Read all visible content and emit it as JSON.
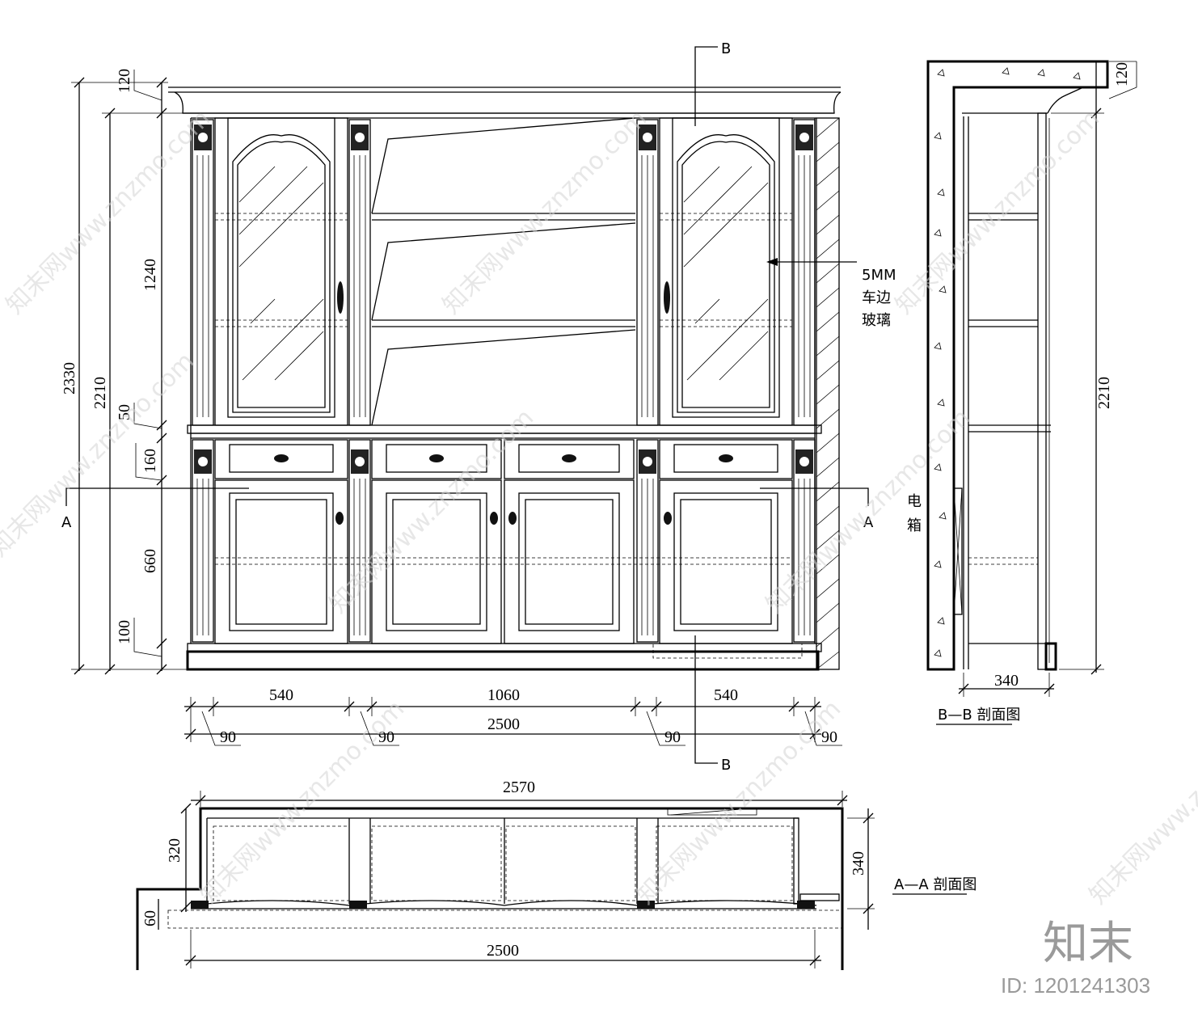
{
  "elevation": {
    "dims_left": {
      "d2330": "2330",
      "d2210": "2210",
      "d120": "120",
      "d1240": "1240",
      "d50": "50",
      "d160": "160",
      "d660": "660",
      "d100": "100"
    },
    "dims_bottom": {
      "w540a": "540",
      "w1060": "1060",
      "w540b": "540",
      "total": "2500",
      "p1": "90",
      "p2": "90",
      "p3": "90",
      "p4": "90"
    },
    "section_marks": {
      "b_top": "B",
      "b_bottom": "B",
      "a_left": "A",
      "a_right": "A"
    },
    "glass_note": [
      "5MM",
      "车边",
      "玻璃"
    ]
  },
  "section_bb": {
    "title": "B—B 剖面图",
    "d120": "120",
    "d2210": "2210",
    "depth": "340",
    "elec_box": [
      "电",
      "箱"
    ]
  },
  "section_aa": {
    "title": "A—A 剖面图",
    "top_width": "2570",
    "bottom_width": "2500",
    "d320": "320",
    "d340": "340",
    "d60": "60"
  },
  "watermark": {
    "text": "知末网www.znzmo.com",
    "brand": "知末",
    "id": "ID: 1201241303"
  }
}
